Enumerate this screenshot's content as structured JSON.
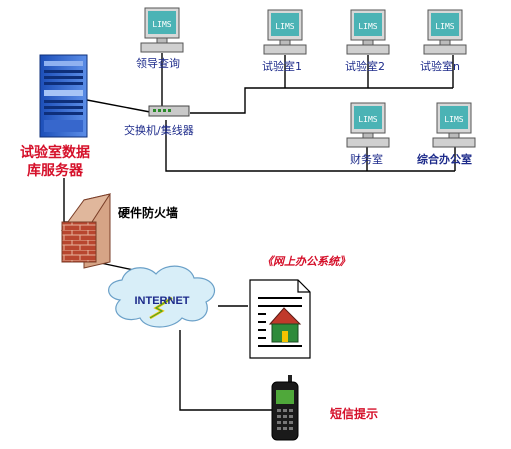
{
  "server": {
    "label_line1": "试验室数据",
    "label_line2": "库服务器"
  },
  "switch": {
    "label": "交换机/集线器"
  },
  "firewall": {
    "label": "硬件防火墙"
  },
  "internet": {
    "label": "INTERNET"
  },
  "office": {
    "label": "《网上办公系统》"
  },
  "sms": {
    "label": "短信提示"
  },
  "computers": [
    {
      "name": "领导查询",
      "screen": "LIMS"
    },
    {
      "name": "试验室1",
      "screen": "LIMS"
    },
    {
      "name": "试验室2",
      "screen": "LIMS"
    },
    {
      "name": "试验室n",
      "screen": "LIMS"
    },
    {
      "name": "财务室",
      "screen": "LIMS"
    },
    {
      "name": "综合办公室",
      "screen": "LIMS"
    }
  ],
  "colors": {
    "server_blue": "#2457c4",
    "screen_teal": "#4bb3b5",
    "label_blue": "#1c2a8a",
    "label_red": "#d5102a",
    "brick": "#b8462f",
    "cloud": "#d8eef8"
  }
}
